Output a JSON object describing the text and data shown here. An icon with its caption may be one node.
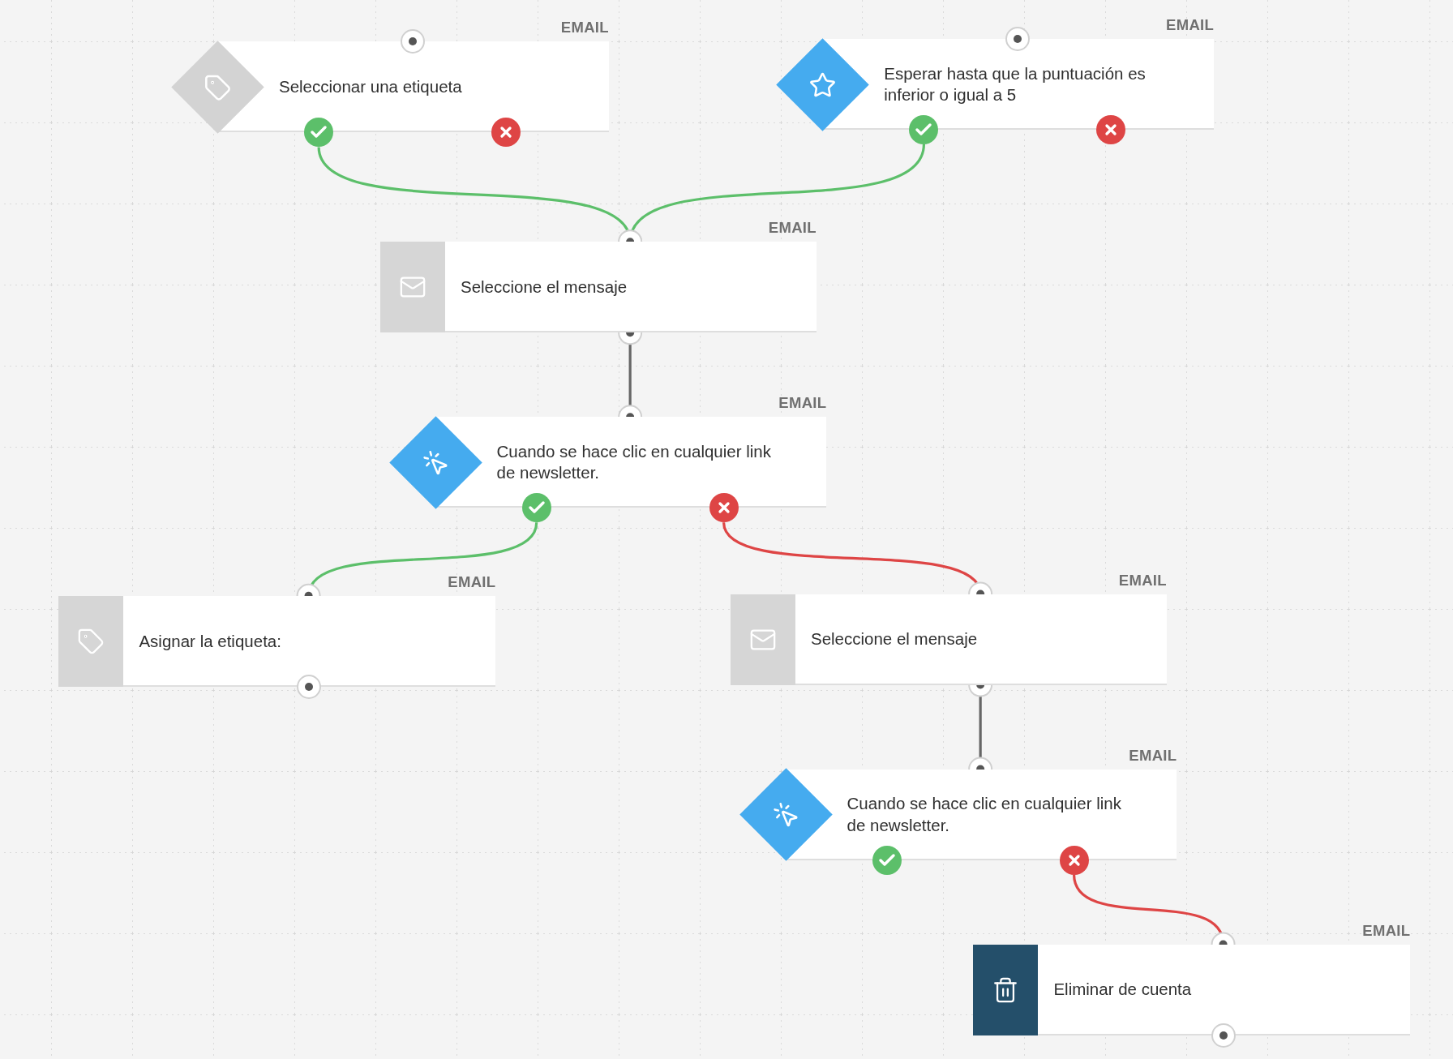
{
  "diagram": {
    "nodes": [
      {
        "text": [
          "Seleccionar una etiqueta"
        ],
        "beside": [
          "EMAIL"
        ]
      },
      {
        "text": [
          "Esperar hasta que la puntuación es inferior o igual a 5"
        ],
        "beside": [
          "EMAIL"
        ]
      },
      {
        "text": [
          "Seleccione el mensaje"
        ],
        "beside": [
          "EMAIL"
        ]
      },
      {
        "text": [
          "Cuando se hace clic en cualquier link de newsletter."
        ],
        "beside": [
          "EMAIL"
        ]
      },
      {
        "text": [
          "Asignar la etiqueta:"
        ],
        "beside": [
          "EMAIL"
        ]
      },
      {
        "text": [
          "Seleccione el mensaje"
        ],
        "beside": [
          "EMAIL"
        ]
      },
      {
        "text": [
          "Cuando se hace clic en cualquier link de newsletter."
        ],
        "beside": [
          "EMAIL"
        ]
      },
      {
        "text": [
          "Eliminar de cuenta"
        ],
        "beside": [
          "EMAIL"
        ]
      }
    ],
    "edges": [
      {
        "from": 0,
        "to": 2,
        "arrow": "other",
        "color": "#5cbf6a"
      },
      {
        "from": 1,
        "to": 2,
        "arrow": "other",
        "color": "#5cbf6a"
      },
      {
        "from": 2,
        "to": 3,
        "arrow": "other"
      },
      {
        "from": 3,
        "to": 4,
        "arrow": "other",
        "color": "#5cbf6a"
      },
      {
        "from": 3,
        "to": 5,
        "arrow": "other",
        "color": "#de4545"
      },
      {
        "from": 5,
        "to": 6,
        "arrow": "other"
      },
      {
        "from": 6,
        "to": 7,
        "arrow": "other",
        "color": "#de4545"
      }
    ]
  }
}
